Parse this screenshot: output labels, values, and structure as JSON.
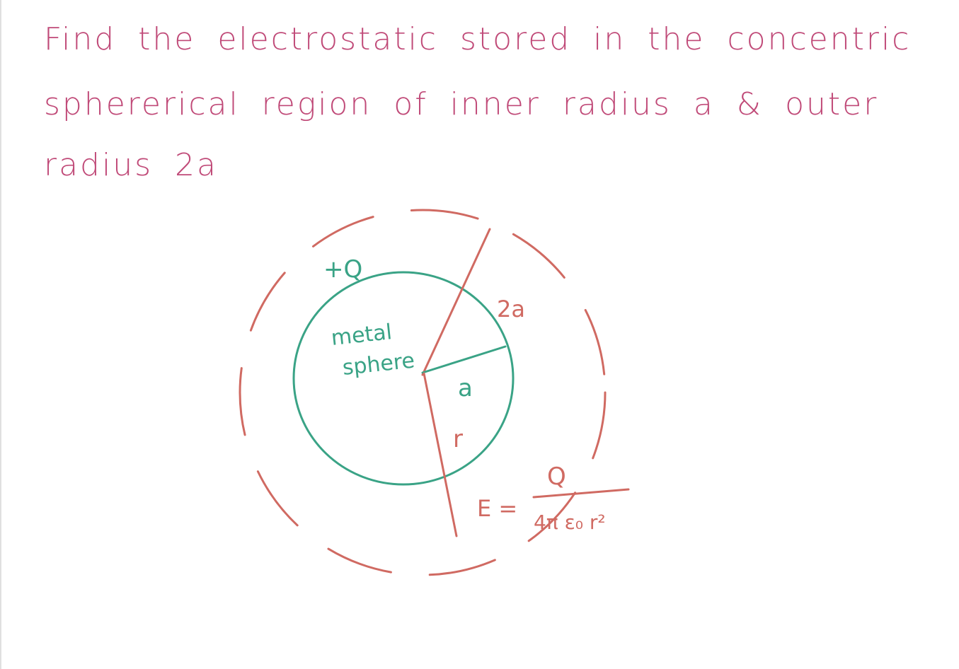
{
  "question": {
    "line1": "Find the electrostatic stored in the concentric",
    "line2": "sphererical region of inner radius a & outer",
    "line3": "radius 2a"
  },
  "diagram": {
    "charge_label": "+Q",
    "sphere_label_1": "metal",
    "sphere_label_2": "sphere",
    "inner_radius_label": "a",
    "outer_radius_label": "2a",
    "r_label": "r",
    "field_lhs": "E =",
    "field_numerator": "Q",
    "field_denominator": "4π ε₀ r²"
  },
  "colors": {
    "text": "#c04a78",
    "red_ink": "#d06a62",
    "green_ink": "#3aa386"
  }
}
